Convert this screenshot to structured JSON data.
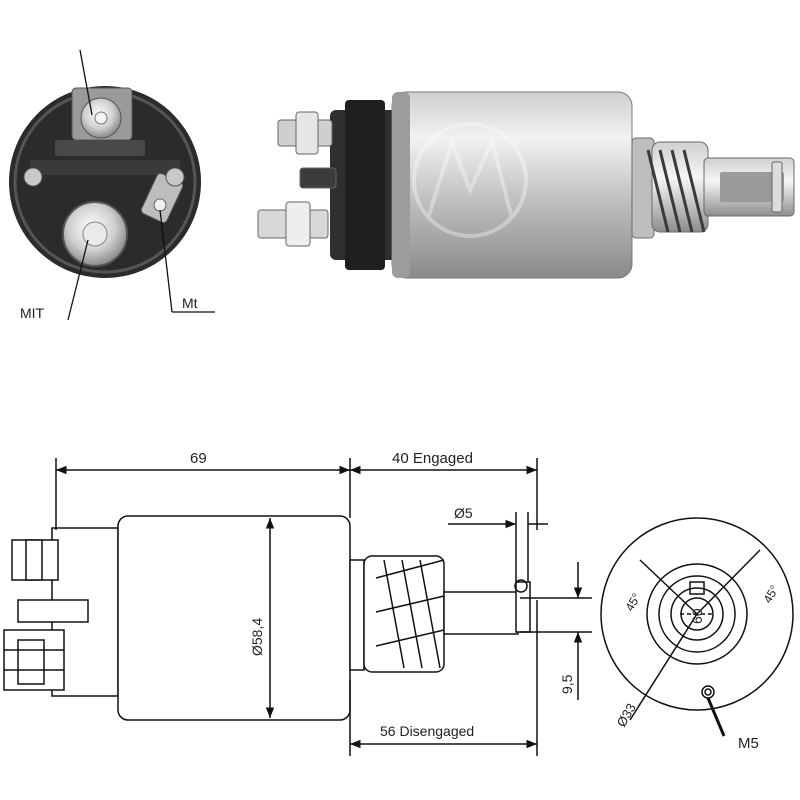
{
  "photo_end_view": {
    "label_terminal_left": "MIT",
    "label_terminal_right": "Mt"
  },
  "drawing": {
    "dim_body_length": "69",
    "dim_engaged": "40 Engaged",
    "dim_diameter": "Ø58,4",
    "dim_disengaged": "56 Disengaged",
    "dim_pin_diameter": "Ø5",
    "dim_slot": "9,5"
  },
  "end_view": {
    "center_label": "60",
    "angle_left": "45°",
    "angle_right": "45°",
    "thread_size": "M5",
    "screw_circle": "Ø33"
  },
  "colors": {
    "metal_light": "#e6e6e6",
    "metal_mid": "#b8b8b8",
    "metal_dark": "#6e6e6e",
    "cap_black": "#2a2a2a",
    "line": "#111111"
  }
}
